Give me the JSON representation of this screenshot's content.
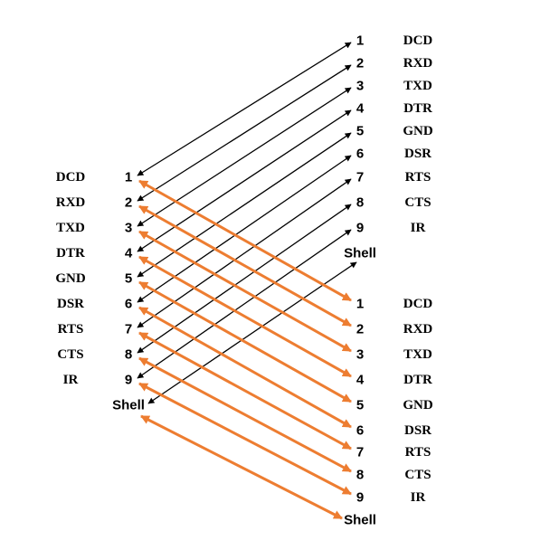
{
  "diagram": {
    "signals": [
      "DCD",
      "RXD",
      "TXD",
      "DTR",
      "GND",
      "DSR",
      "RTS",
      "CTS",
      "IR"
    ],
    "pins": [
      "1",
      "2",
      "3",
      "4",
      "5",
      "6",
      "7",
      "8",
      "9"
    ],
    "shell_label": "Shell",
    "colors": {
      "black_wire": "#000000",
      "orange_wire": "#ED7D31",
      "text": "#000000"
    },
    "connectors": {
      "left": "middle-left",
      "right_top": "top-right",
      "right_bottom": "bottom-right"
    },
    "black_wires": {
      "description_free": true,
      "from": "left",
      "to": "right_top",
      "pins": [
        "1",
        "2",
        "3",
        "4",
        "5",
        "6",
        "7",
        "8",
        "9",
        "Shell"
      ],
      "style": "single-headed"
    },
    "orange_wires": {
      "from": "left",
      "to": "right_bottom",
      "pins": [
        "1",
        "2",
        "3",
        "4",
        "5",
        "6",
        "7",
        "8",
        "9",
        "Shell"
      ],
      "style": "double-headed"
    }
  }
}
